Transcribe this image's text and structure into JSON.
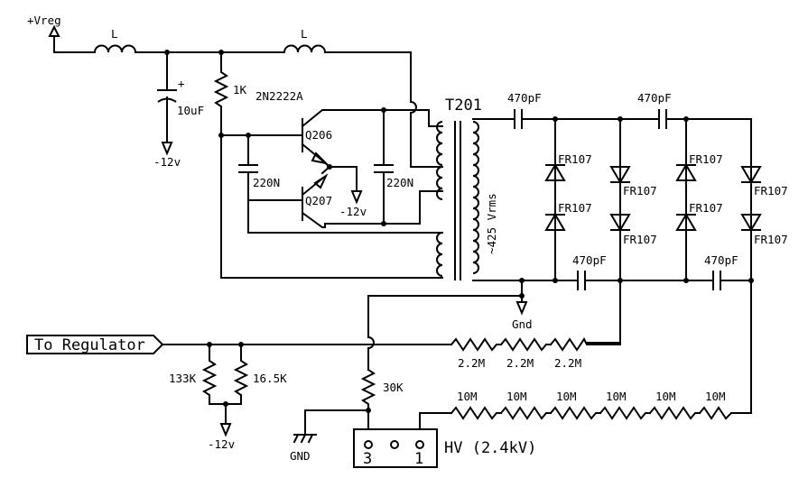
{
  "labels": {
    "vreg": "+Vreg",
    "inductor_1": "L",
    "inductor_2": "L",
    "cap_10uf": "10uF",
    "cap_plus": "+",
    "neg12_left": "-12v",
    "r_1k": "1K",
    "transistor_type": "2N2222A",
    "q206": "Q206",
    "q207": "Q207",
    "cap_220n_left": "220N",
    "cap_220n_right": "220N",
    "neg12_mid": "-12v",
    "t201": "T201",
    "vrms": "~425 Vrms",
    "c470_1": "470pF",
    "c470_2": "470pF",
    "c470_3": "470pF",
    "c470_4": "470pF",
    "d1": "FR107",
    "d2": "FR107",
    "d3": "FR107",
    "d4": "FR107",
    "d5": "FR107",
    "d6": "FR107",
    "d7": "FR107",
    "d8": "FR107",
    "gnd_mid": "Gnd",
    "to_regulator": "To Regulator",
    "r_133k": "133K",
    "r_16k5": "16.5K",
    "neg12_bottom": "-12v",
    "r_2m2_1": "2.2M",
    "r_2m2_2": "2.2M",
    "r_2m2_3": "2.2M",
    "r_30k": "30K",
    "r_10m_1": "10M",
    "r_10m_2": "10M",
    "r_10m_3": "10M",
    "r_10m_4": "10M",
    "r_10m_5": "10M",
    "r_10m_6": "10M",
    "gnd_bottom": "GND",
    "pin_3": "3",
    "pin_1": "1",
    "hv_label": "HV (2.4kV)"
  }
}
